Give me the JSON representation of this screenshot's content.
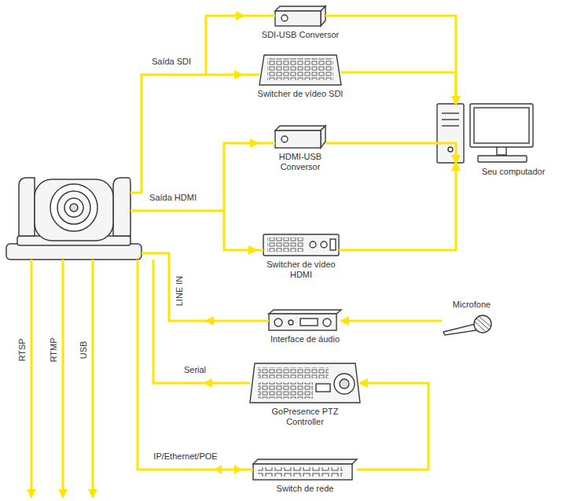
{
  "diagram": {
    "nodes": [
      {
        "text": [
          "SDI-USB Conversor"
        ]
      },
      {
        "text": [
          "Switcher de vídeo SDI"
        ]
      },
      {
        "text": [
          "HDMI-USB Conversor"
        ]
      },
      {
        "text": [
          "Seu computador"
        ]
      },
      {
        "text": [
          "Switcher de vídeo HDMI"
        ]
      },
      {
        "text": [
          "Microfone"
        ]
      },
      {
        "text": [
          "Interface de áudio"
        ]
      },
      {
        "text": [
          "GoPresence PTZ Controller"
        ]
      },
      {
        "text": [
          "Switch de rede"
        ]
      }
    ],
    "edges": [
      {
        "from": 0,
        "to": 3,
        "arrow": "to"
      },
      {
        "from": 1,
        "to": 3,
        "arrow": "to"
      },
      {
        "from": 2,
        "to": 3,
        "arrow": "to"
      },
      {
        "from": 4,
        "to": 3,
        "arrow": "to"
      },
      {
        "from": 5,
        "to": 6,
        "arrow": "to"
      },
      {
        "from": 8,
        "to": 7,
        "arrow": "to"
      }
    ],
    "labels": [
      "Saída SDI",
      "Saída HDMI",
      "LINE IN",
      "Serial",
      "IP/Ethernet/POE",
      "RTSP",
      "RTMP",
      "USB"
    ]
  }
}
